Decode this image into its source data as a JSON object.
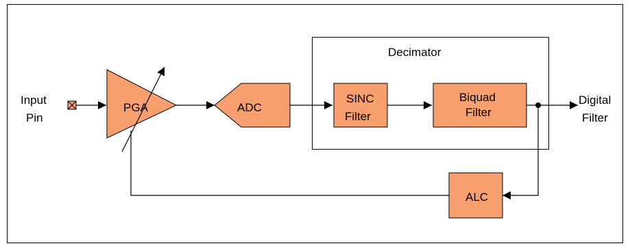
{
  "colors": {
    "block_fill": "#f79f6f",
    "line": "#000000",
    "background": "#ffffff"
  },
  "labels": {
    "input_line1": "Input",
    "input_line2": "Pin",
    "pga": "PGA",
    "adc": "ADC",
    "decimator": "Decimator",
    "sinc_line1": "SINC",
    "sinc_line2": "Filter",
    "biquad_line1": "Biquad",
    "biquad_line2": "Filter",
    "output_line1": "Digital",
    "output_line2": "Filter",
    "alc": "ALC"
  }
}
